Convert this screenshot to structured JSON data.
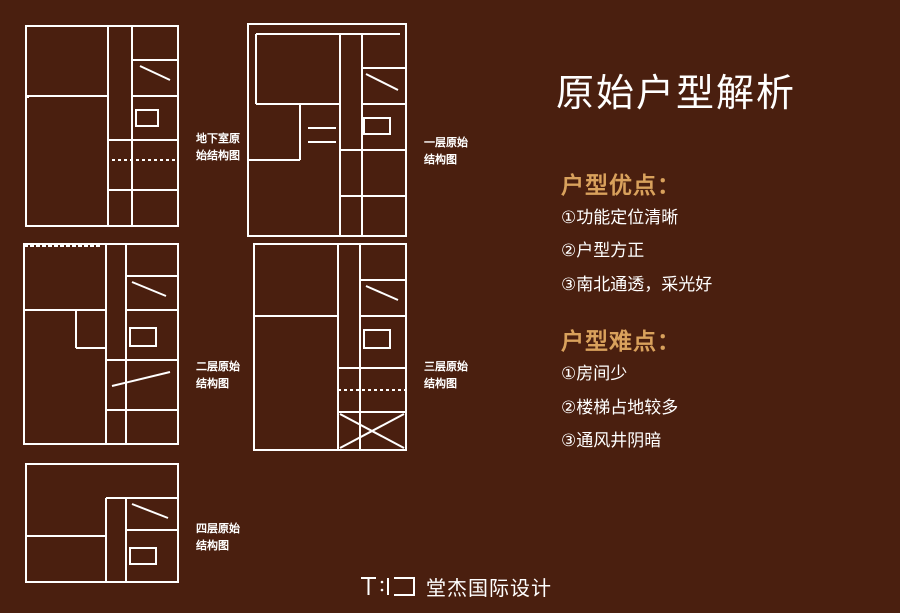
{
  "title": "原始户型解析",
  "plans": [
    {
      "label": "地下室原始结构图"
    },
    {
      "label": "一层原始结构图"
    },
    {
      "label": "二层原始结构图"
    },
    {
      "label": "三层原始结构图"
    },
    {
      "label": "四层原始结构图"
    }
  ],
  "advantages": {
    "heading": "户型优点：",
    "items": [
      "①功能定位清晰",
      "②户型方正",
      "③南北通透，采光好"
    ]
  },
  "difficulties": {
    "heading": "户型难点：",
    "items": [
      "①房间少",
      "②楼梯占地较多",
      "③通风井阴暗"
    ]
  },
  "logo": {
    "mark": "T·ID",
    "text": "堂杰国际设计"
  },
  "colors": {
    "background": "#4a1f0f",
    "accent": "#d9a15c",
    "lines": "#ffffff"
  }
}
